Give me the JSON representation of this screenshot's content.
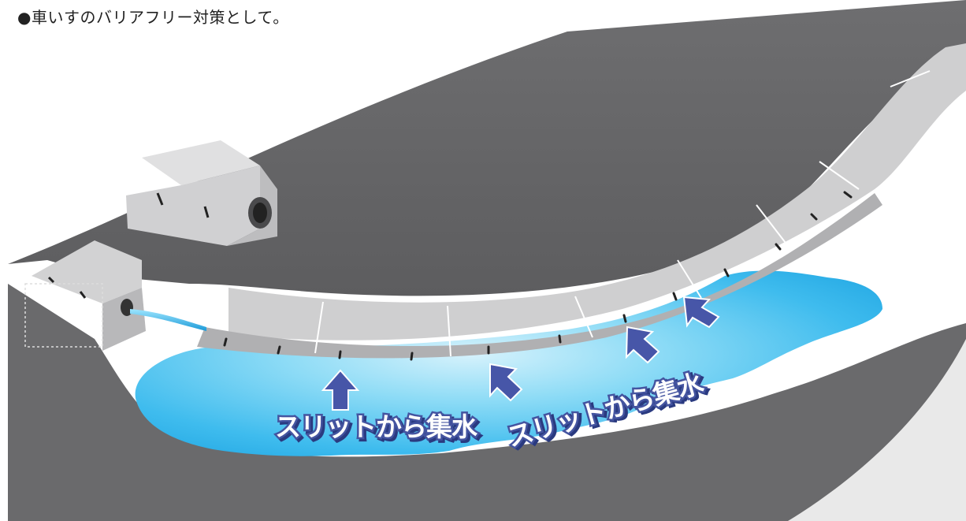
{
  "caption": {
    "text": "●車いすのバリアフリー対策として。"
  },
  "labels": [
    {
      "text": "スリットから集水"
    },
    {
      "text": "スリットから集水"
    }
  ],
  "colors": {
    "road": "#6b6b6d",
    "road_dark": "#5e5e60",
    "curb_top": "#c9c9ca",
    "curb_face": "#b7b7b9",
    "water_light": "#c9ecfb",
    "water_mid": "#6fd0f3",
    "water_deep": "#2fb2ea",
    "arrow": "#4756a8",
    "label_stroke": "#4454a0"
  },
  "icons": [
    "arrow-up-icon",
    "arrow-up-left-icon",
    "drain-pipe-icon",
    "slit-mark-icon"
  ]
}
